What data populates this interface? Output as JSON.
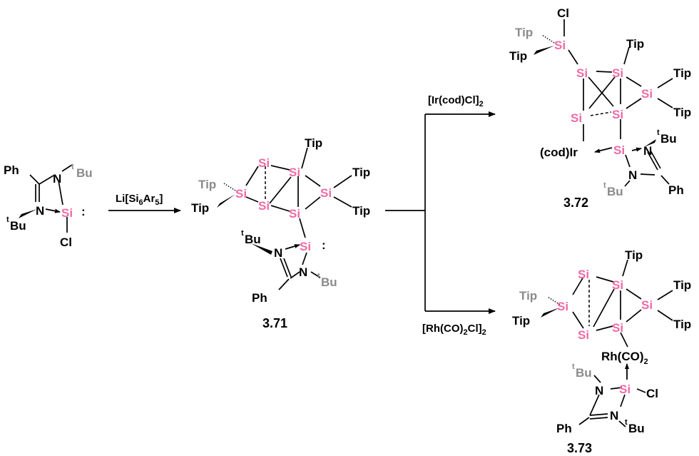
{
  "atoms": {
    "si": "Si",
    "tip": "Tip",
    "ph": "Ph",
    "n": "N",
    "cl": "Cl",
    "bu": "Bu",
    "t": "t",
    "lone_pair": ":",
    "ir": "(cod)Ir",
    "rh": "Rh(CO)",
    "rh_sub": "2"
  },
  "reagents": {
    "r1_main": "Li[Si",
    "r1_sub1": "6",
    "r1_mid": "Ar",
    "r1_sub2": "5",
    "r1_end": "]",
    "r2_main": "[Ir(cod)Cl]",
    "r2_sub": "2",
    "r3_main": "[Rh(CO)",
    "r3_sub1": "2",
    "r3_mid": "Cl]",
    "r3_sub2": "2"
  },
  "compounds": {
    "c371": "3.71",
    "c372": "3.72",
    "c373": "3.73"
  },
  "colors": {
    "silicon": "#f06aa6",
    "tbutyl": "#8a8a8a",
    "bond": "#000000"
  }
}
